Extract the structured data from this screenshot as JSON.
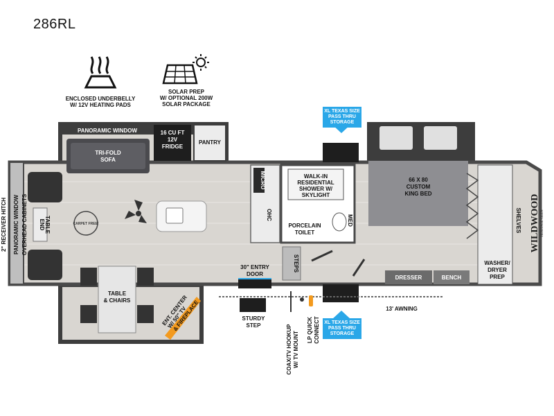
{
  "model": "286RL",
  "features": {
    "underbelly": "ENCLOSED UNDERBELLY\nW/ 12V HEATING PADS",
    "solar": "SOLAR PREP\nW/ OPTIONAL 200W\nSOLAR PACKAGE"
  },
  "callouts": {
    "storage_top": "XL TEXAS SIZE\nPASS THRU\nSTORAGE",
    "storage_bottom": "XL TEXAS SIZE\nPASS THRU\nSTORAGE"
  },
  "labels": {
    "panoramic_window": "PANORAMIC WINDOW",
    "fridge": [
      "16 CU FT",
      "12V",
      "FRIDGE"
    ],
    "pantry": "PANTRY",
    "sofa": [
      "TRI-FOLD",
      "SOFA"
    ],
    "end_table": [
      "END",
      "TABLE"
    ],
    "carpet_free": "CARPET FREE!",
    "hitch": "2\" RECEIVER HITCH",
    "front_windows": [
      "PANORAMIC WINDOW",
      "OVERHEAD CABINETS"
    ],
    "table": [
      "TABLE",
      "& CHAIRS"
    ],
    "tv": [
      "ENT. CENTER",
      "W/ 50\" TV",
      "& FIREPLACE"
    ],
    "micro": "MICRO",
    "ohc": "OHC",
    "shower": [
      "WALK-IN",
      "RESIDENTIAL",
      "SHOWER W/",
      "SKYLIGHT"
    ],
    "toilet": [
      "PORCELAIN",
      "TOILET"
    ],
    "med": "MED",
    "steps": "STEPS",
    "entry_door": [
      "30\" ENTRY",
      "DOOR"
    ],
    "sturdy_step": [
      "STURDY",
      "STEP"
    ],
    "coax": [
      "COAX/TV HOOKUP",
      "W/ TV MOUNT"
    ],
    "lp": [
      "LP QUICK",
      "CONNECT"
    ],
    "awning": "13' AWNING",
    "bed": [
      "66 X 80",
      "CUSTOM",
      "KING BED"
    ],
    "dresser": "DRESSER",
    "bench": "BENCH",
    "shelves": "SHELVES",
    "washer": [
      "WASHER/",
      "DRYER",
      "PREP"
    ],
    "brand": "WILDWOOD",
    "brand_sub": "HERITAGE GLEN"
  },
  "colors": {
    "floor": "#d9d6d1",
    "wall": "#4a4a4a",
    "callout": "#2aa7e8",
    "tv_accent": "#f39a1e",
    "bed": "#8e8e92"
  }
}
